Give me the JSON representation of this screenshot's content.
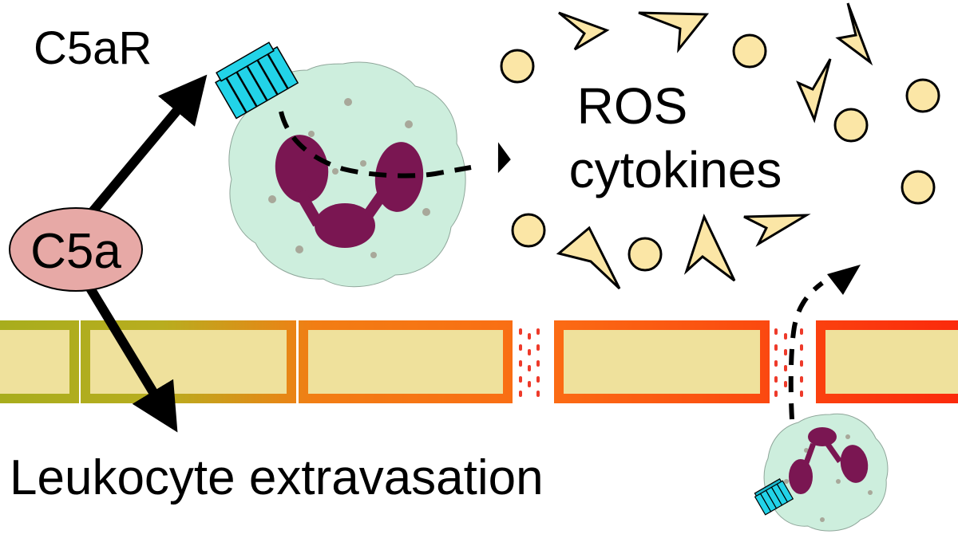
{
  "labels": {
    "receptor": "C5aR",
    "ligand": "C5a",
    "ros": "ROS",
    "cytokines": "cytokines",
    "extravasation": "Leukocyte extravasation"
  },
  "colors": {
    "cell_body": "#cdeedd",
    "nucleus": "#7a1652",
    "granule": "#a8a89a",
    "receptor": "#22d3e8",
    "ligand_fill": "#e7a9a6",
    "mediator_fill": "#fbe6a6",
    "endothelium_fill": "#efe19c",
    "leak_dots": "#ee3a2a"
  },
  "icons": [
    "receptor-icon",
    "neutrophil-icon",
    "mediator-circle-icon",
    "mediator-chevron-icon",
    "endothelial-cell-icon"
  ]
}
